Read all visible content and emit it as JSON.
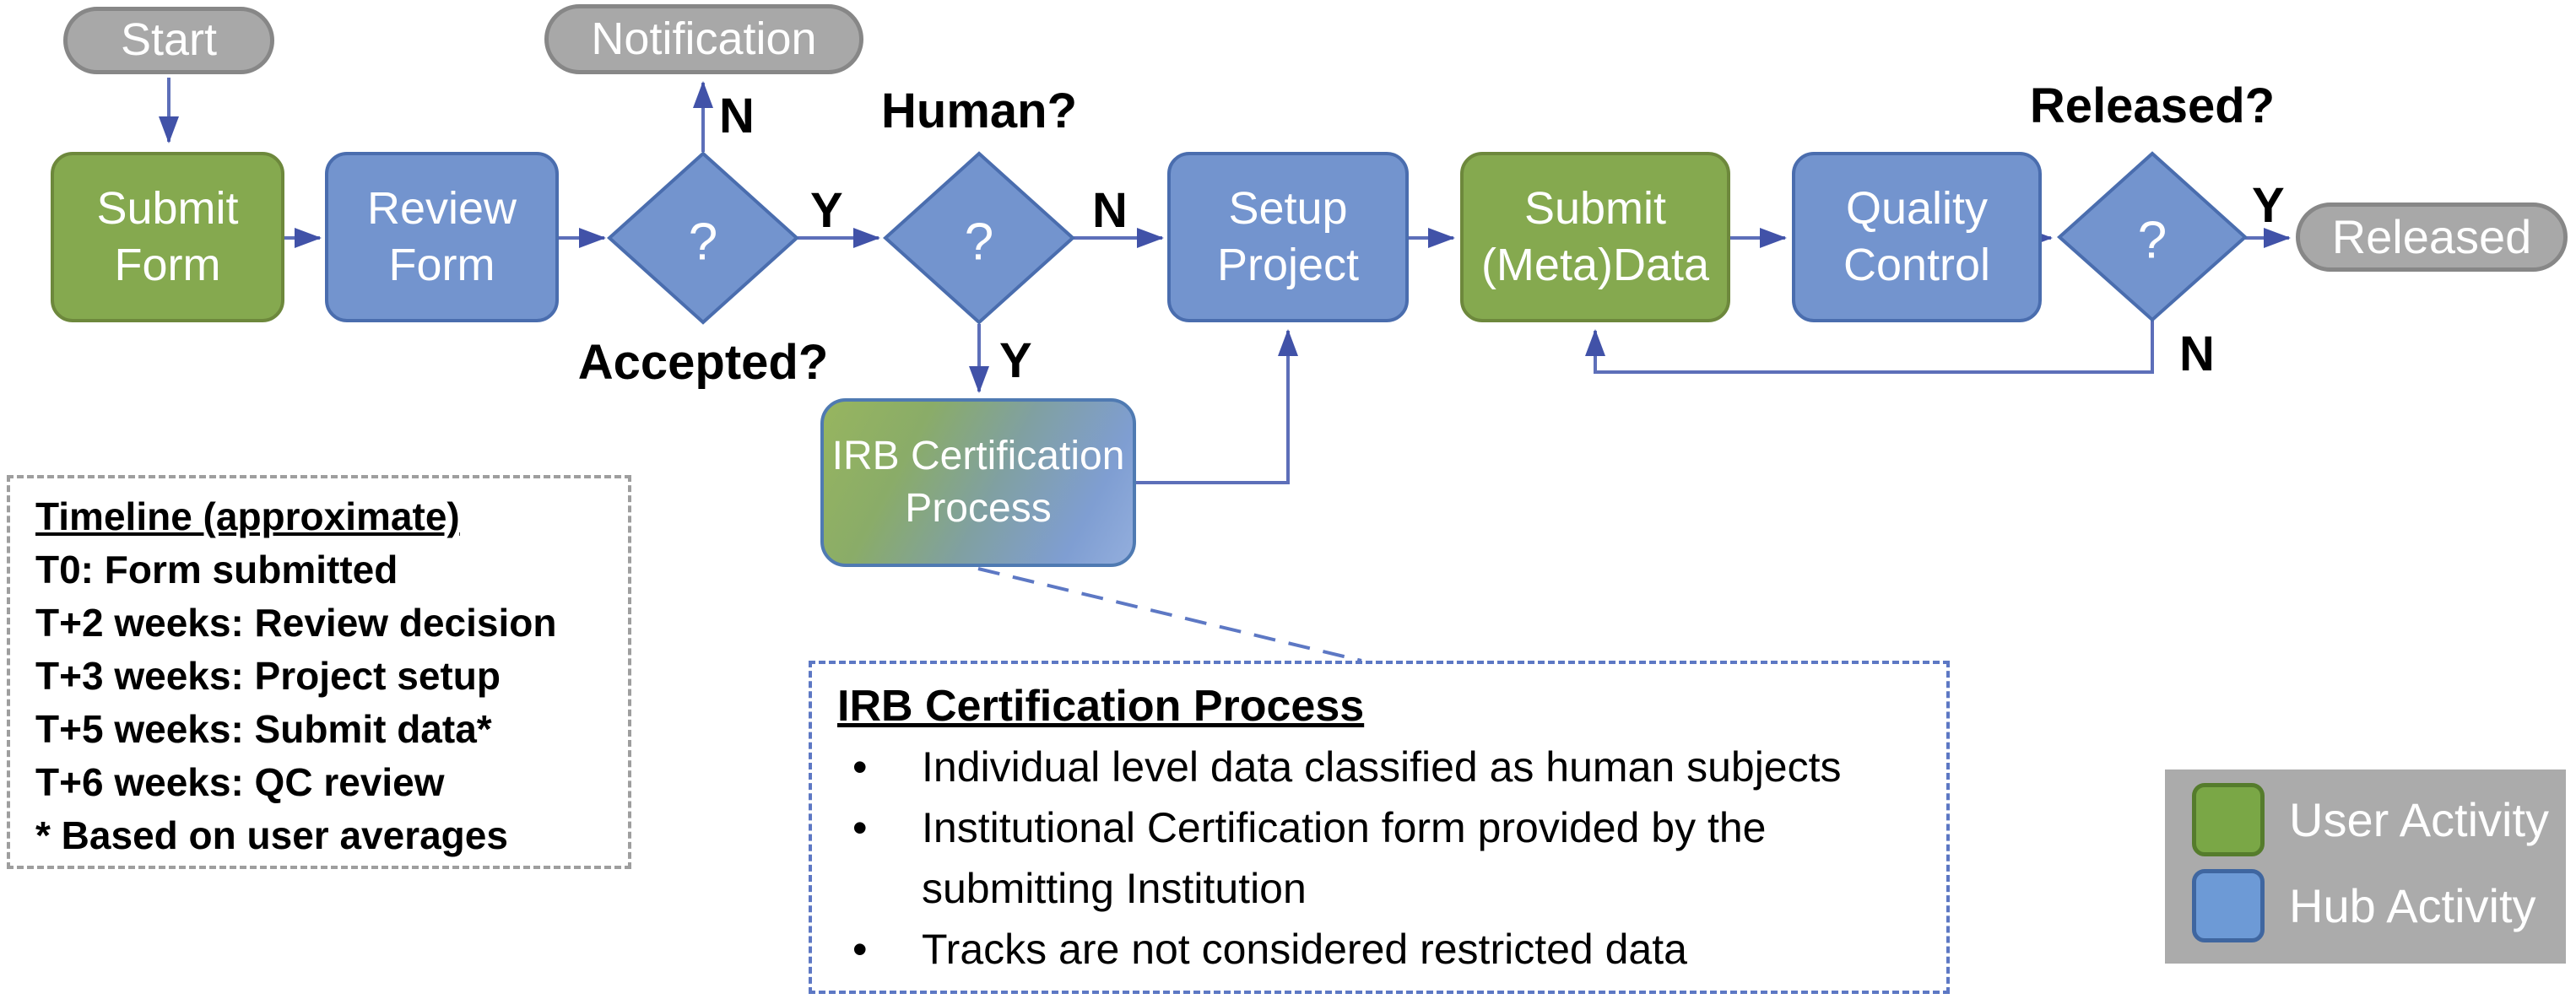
{
  "flowchart": {
    "nodes": {
      "start": {
        "label": "Start",
        "type": "terminator"
      },
      "notification": {
        "label": "Notification",
        "type": "terminator"
      },
      "submit_form": {
        "label": "Submit Form",
        "type": "process",
        "activity": "user"
      },
      "review_form": {
        "label": "Review Form",
        "type": "process",
        "activity": "hub"
      },
      "accepted_decision": {
        "label": "?",
        "question": "Accepted?",
        "type": "decision"
      },
      "human_decision": {
        "label": "?",
        "question": "Human?",
        "type": "decision"
      },
      "setup_project": {
        "label": "Setup Project",
        "type": "process",
        "activity": "hub"
      },
      "irb_process": {
        "label": "IRB Certification Process",
        "type": "process",
        "activity": "mixed"
      },
      "submit_metadata": {
        "label": "Submit (Meta)Data",
        "type": "process",
        "activity": "user"
      },
      "quality_control": {
        "label": "Quality Control",
        "type": "process",
        "activity": "hub"
      },
      "released_decision": {
        "label": "?",
        "question": "Released?",
        "type": "decision"
      },
      "released": {
        "label": "Released",
        "type": "terminator"
      }
    },
    "branch_labels": {
      "accepted_no": "N",
      "accepted_yes": "Y",
      "human_no": "N",
      "human_yes": "Y",
      "released_yes": "Y",
      "released_no": "N"
    }
  },
  "timeline_box": {
    "title": "Timeline (approximate)",
    "lines": [
      "T0: Form submitted",
      "T+2 weeks: Review decision",
      "T+3 weeks: Project setup",
      "T+5 weeks: Submit data*",
      "T+6 weeks: QC review",
      "* Based on user averages"
    ]
  },
  "irb_note_box": {
    "title": "IRB Certification Process",
    "bullet_char": "•",
    "bullets": [
      "Individual level data classified as human subjects",
      "Institutional Certification form provided by the submitting Institution",
      "Tracks are not considered restricted data"
    ]
  },
  "legend": {
    "items": [
      {
        "label": "User Activity",
        "color": "#7aa746"
      },
      {
        "label": "Hub Activity",
        "color": "#6d9ad6"
      }
    ]
  },
  "colors": {
    "user_activity_green": "#85a94f",
    "green_border": "#6d883c",
    "hub_activity_blue": "#7394ce",
    "blue_border": "#4a6dae",
    "terminator_gray": "#a8a8a8",
    "gray_border": "#878787",
    "connector_line": "#5d6fb9",
    "arrowhead": "#4152a8",
    "note_border_blue": "#5d78c4",
    "timeline_border_gray": "#9e9e9e",
    "legend_background": "#ababab",
    "shape_text": "#ffffff",
    "label_text": "#000000"
  }
}
